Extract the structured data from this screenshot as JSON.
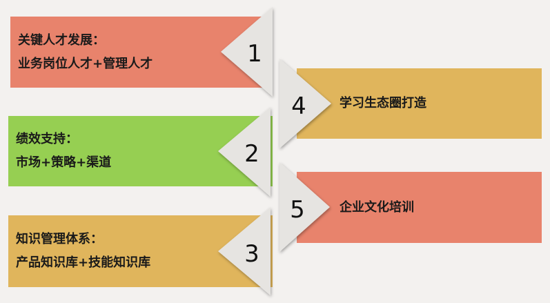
{
  "colors": {
    "background": "#F3F1EF",
    "red": "#E8836C",
    "green": "#96CF52",
    "gold": "#E0B55C",
    "chevron": "#E6E4E1"
  },
  "items": [
    {
      "number": "1",
      "title": "关键人才发展：",
      "subtitle": "业务岗位人才+管理人才",
      "color": "red",
      "side": "left"
    },
    {
      "number": "2",
      "title": "绩效支持：",
      "subtitle": "市场+策略+渠道",
      "color": "green",
      "side": "left"
    },
    {
      "number": "3",
      "title": "知识管理体系：",
      "subtitle": "产品知识库+技能知识库",
      "color": "gold",
      "side": "left"
    },
    {
      "number": "4",
      "title": "学习生态圈打造",
      "color": "gold",
      "side": "right"
    },
    {
      "number": "5",
      "title": "企业文化培训",
      "color": "red",
      "side": "right"
    }
  ]
}
